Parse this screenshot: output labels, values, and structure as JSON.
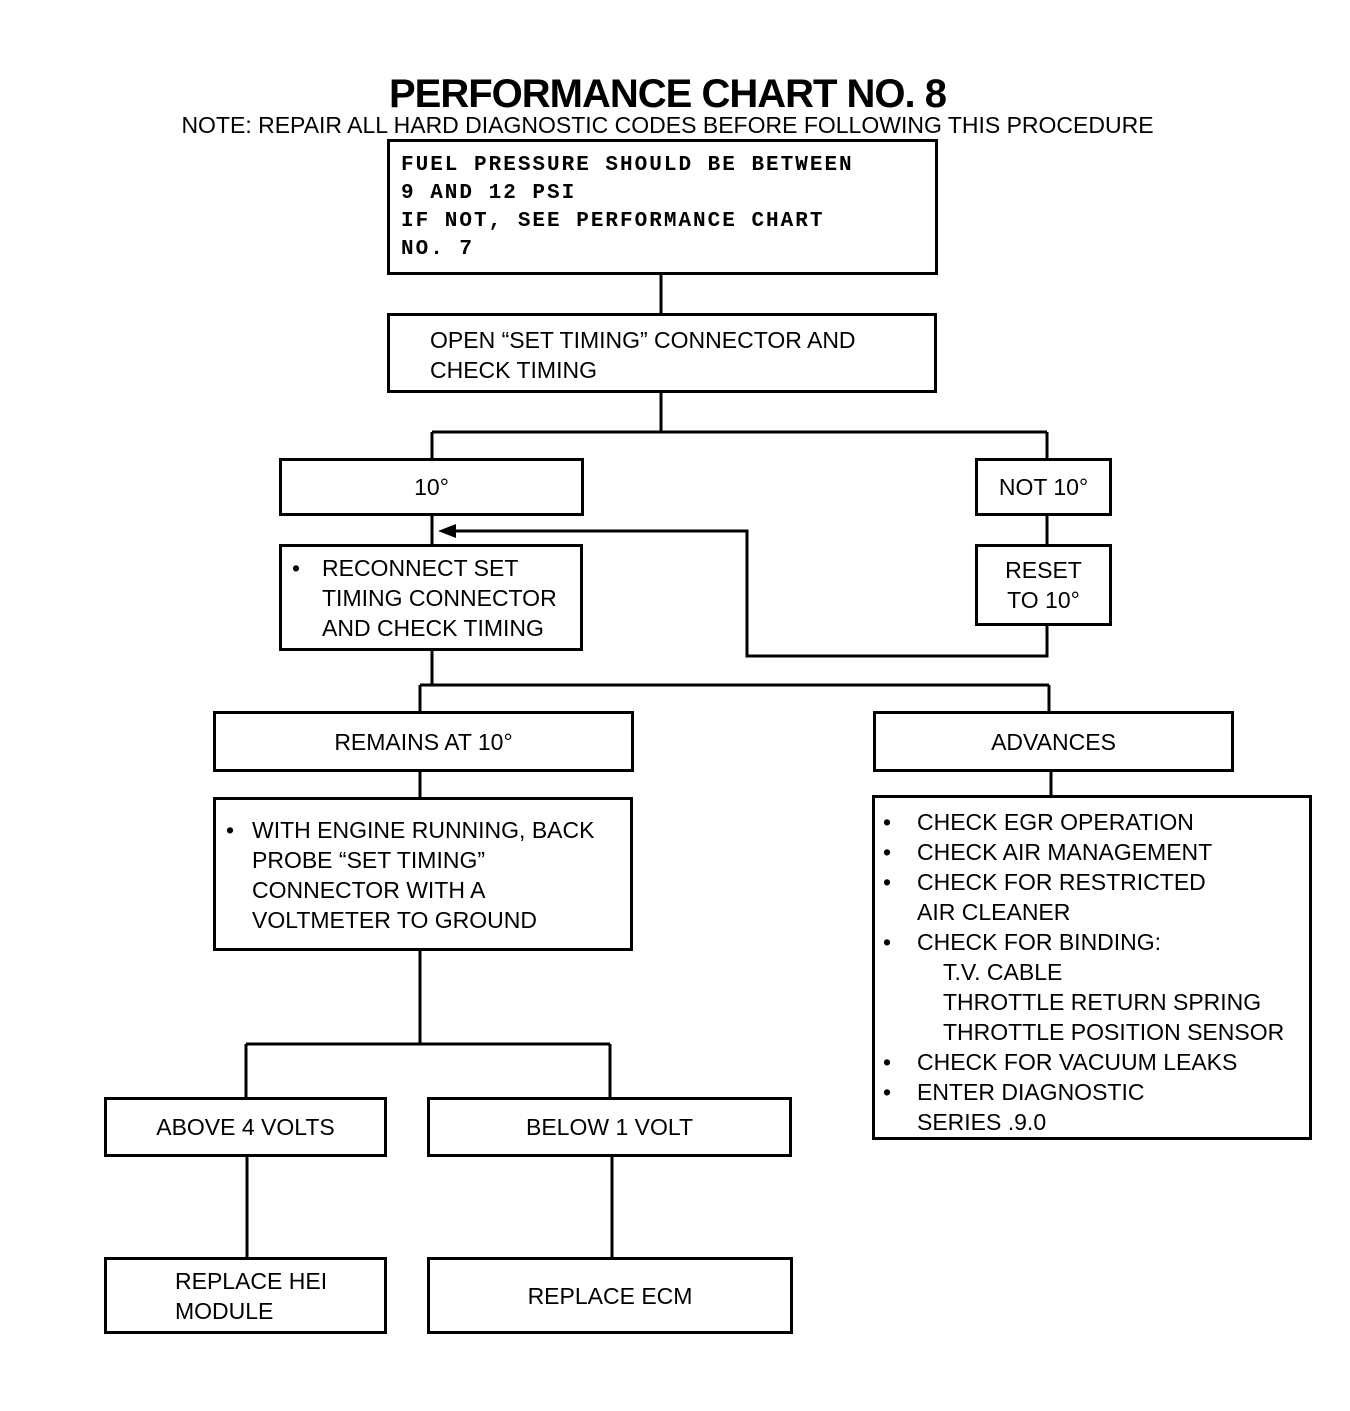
{
  "title": "PERFORMANCE CHART NO. 8",
  "note": "NOTE: REPAIR ALL HARD DIAGNOSTIC CODES BEFORE FOLLOWING THIS PROCEDURE",
  "fuel_box": {
    "lines": [
      "FUEL PRESSURE SHOULD BE BETWEEN",
      "9 AND 12 PSI",
      "IF NOT, SEE PERFORMANCE CHART",
      "NO. 7"
    ]
  },
  "timing_box": {
    "lines": [
      "OPEN “SET TIMING” CONNECTOR AND",
      "CHECK TIMING"
    ]
  },
  "ten_deg": "10°",
  "not_ten_deg": "NOT 10°",
  "reset_box": {
    "lines": [
      "RESET",
      "TO 10°"
    ]
  },
  "reconnect_box": {
    "bullet": "•",
    "lines": [
      "RECONNECT SET",
      "TIMING CONNECTOR",
      "AND CHECK TIMING"
    ]
  },
  "remains": "REMAINS AT 10°",
  "advances": "ADVANCES",
  "probe_box": {
    "bullet": "•",
    "lines": [
      "WITH ENGINE RUNNING, BACK",
      "PROBE “SET TIMING”",
      "CONNECTOR WITH A",
      "VOLTMETER TO GROUND"
    ]
  },
  "checks_box": {
    "bullet": "•",
    "items": [
      {
        "text": "CHECK EGR OPERATION"
      },
      {
        "text": "CHECK AIR MANAGEMENT"
      },
      {
        "text": "CHECK FOR RESTRICTED",
        "cont": "AIR CLEANER"
      },
      {
        "text": "CHECK FOR BINDING:"
      },
      {
        "sub": "T.V. CABLE"
      },
      {
        "sub": "THROTTLE RETURN SPRING"
      },
      {
        "sub": "THROTTLE POSITION SENSOR"
      },
      {
        "text": "CHECK FOR VACUUM LEAKS"
      },
      {
        "text": "ENTER DIAGNOSTIC",
        "cont": "SERIES .9.0"
      }
    ]
  },
  "above": "ABOVE 4 VOLTS",
  "below": "BELOW 1 VOLT",
  "replace_hei": {
    "lines": [
      "REPLACE HEI",
      "MODULE"
    ]
  },
  "replace_ecm": "REPLACE ECM"
}
